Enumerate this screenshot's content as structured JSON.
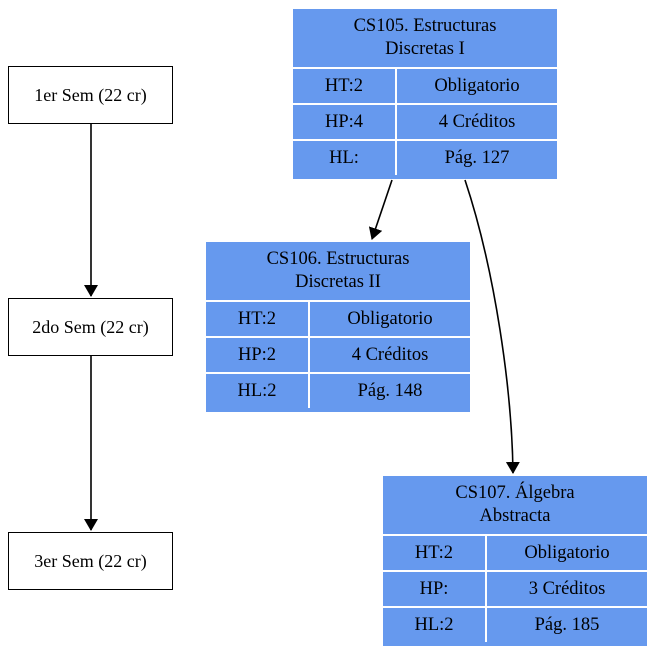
{
  "semesters": [
    {
      "label": "1er Sem (22 cr)"
    },
    {
      "label": "2do Sem (22 cr)"
    },
    {
      "label": "3er Sem (22 cr)"
    }
  ],
  "courses": [
    {
      "title_line1": "CS105. Estructuras",
      "title_line2": "Discretas I",
      "ht": "HT:2",
      "type": "Obligatorio",
      "hp": "HP:4",
      "credits": "4 Créditos",
      "hl": "HL:",
      "page": "Pág. 127"
    },
    {
      "title_line1": "CS106. Estructuras",
      "title_line2": "Discretas II",
      "ht": "HT:2",
      "type": "Obligatorio",
      "hp": "HP:2",
      "credits": "4 Créditos",
      "hl": "HL:2",
      "page": "Pág. 148"
    },
    {
      "title_line1": "CS107. Álgebra",
      "title_line2": "Abstracta",
      "ht": "HT:2",
      "type": "Obligatorio",
      "hp": "HP:",
      "credits": "3 Créditos",
      "hl": "HL:2",
      "page": "Pág. 185"
    }
  ],
  "edges": [
    {
      "from": "1er Sem (22 cr)",
      "to": "2do Sem (22 cr)"
    },
    {
      "from": "2do Sem (22 cr)",
      "to": "3er Sem (22 cr)"
    },
    {
      "from": "CS105. Estructuras Discretas I",
      "to": "CS106. Estructuras Discretas II"
    },
    {
      "from": "CS105. Estructuras Discretas I",
      "to": "CS107. Álgebra Abstracta"
    }
  ],
  "colors": {
    "course_fill": "#6699ee",
    "cell_border": "#ffffff",
    "edge": "#000000"
  }
}
